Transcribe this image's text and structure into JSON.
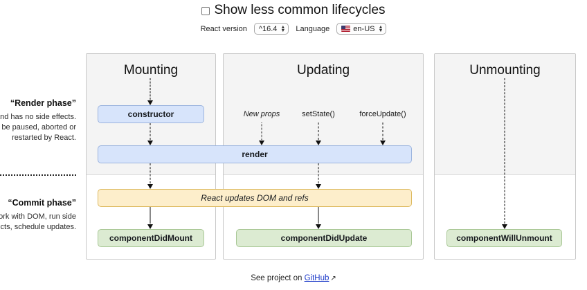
{
  "header": {
    "show_less_label": "Show less common lifecycles",
    "checkbox_checked": false,
    "react_version_label": "React version",
    "react_version_value": "^16.4",
    "language_label": "Language",
    "language_value": "en-US",
    "language_flag_icon": "us-flag-icon"
  },
  "phases": [
    {
      "id": "render",
      "title": "“Render phase”",
      "description": "Pure and has no side effects. May be paused, aborted or restarted by React."
    },
    {
      "id": "commit",
      "title": "“Commit phase”",
      "description": "Can work with DOM, run side effects, schedule updates."
    }
  ],
  "columns": [
    {
      "id": "mounting",
      "title": "Mounting"
    },
    {
      "id": "updating",
      "title": "Updating"
    },
    {
      "id": "unmounting",
      "title": "Unmounting"
    }
  ],
  "triggers": [
    {
      "id": "new-props",
      "label": "New props",
      "italic": true
    },
    {
      "id": "set-state",
      "label": "setState()",
      "italic": false
    },
    {
      "id": "force-update",
      "label": "forceUpdate()",
      "italic": false
    }
  ],
  "lifecycle_boxes": [
    {
      "id": "constructor",
      "label": "constructor",
      "color": "blue",
      "phase": "render",
      "column": "mounting"
    },
    {
      "id": "render",
      "label": "render",
      "color": "blue",
      "phase": "render",
      "column": "mounting+updating"
    },
    {
      "id": "react-updates-dom",
      "label": "React updates DOM and refs",
      "color": "yellow",
      "phase": "commit",
      "column": "mounting+updating"
    },
    {
      "id": "component-did-mount",
      "label": "componentDidMount",
      "color": "green",
      "phase": "commit",
      "column": "mounting"
    },
    {
      "id": "component-did-update",
      "label": "componentDidUpdate",
      "color": "green",
      "phase": "commit",
      "column": "updating"
    },
    {
      "id": "component-will-unmount",
      "label": "componentWillUnmount",
      "color": "green",
      "phase": "commit",
      "column": "unmounting"
    }
  ],
  "footer": {
    "text_before": "See project on",
    "link_label": "GitHub",
    "external_icon": "↗"
  },
  "colors": {
    "blue_fill": "#d7e4fb",
    "blue_border": "#9cb4de",
    "green_fill": "#dcebd2",
    "green_border": "#a8c795",
    "yellow_fill": "#fdeecb",
    "yellow_border": "#ddb95f",
    "render_zone_bg": "#f4f4f4",
    "panel_border": "#c8c8c8",
    "link": "#1a38c8"
  }
}
